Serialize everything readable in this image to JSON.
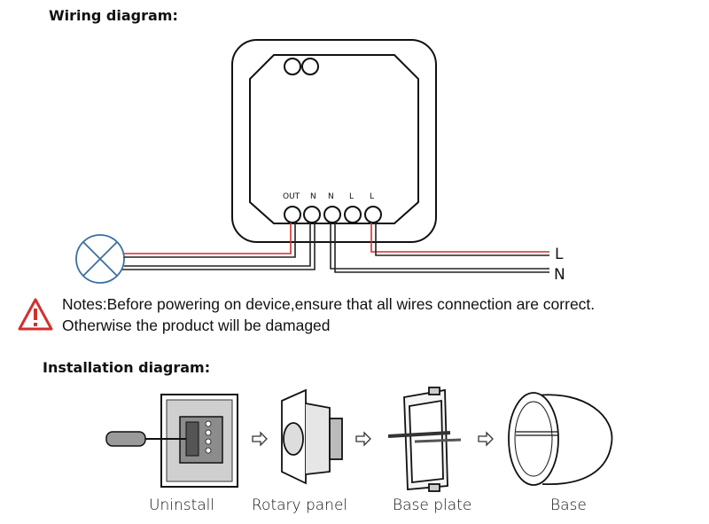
{
  "wiring_title": "Wiring diagram:",
  "installation_title": "Installation diagram:",
  "terminals": [
    "OUT",
    "N",
    "N",
    "L",
    "L"
  ],
  "lines": {
    "live": "L",
    "neutral": "N"
  },
  "notes": {
    "line1": "Notes:Before powering on device,ensure that all wires connection are correct.",
    "line2": "Otherwise the product will be damaged"
  },
  "steps": [
    "Uninstall",
    "Rotary panel",
    "Base plate",
    "Base"
  ],
  "colors": {
    "live_wire": "#d32f2f",
    "neutral_wire": "#222222",
    "lamp": "#3a6ea5",
    "warning": "#d32f2f"
  },
  "icons": [
    "warning-icon",
    "lamp-icon",
    "arrow-right-icon",
    "screwdriver-icon"
  ]
}
